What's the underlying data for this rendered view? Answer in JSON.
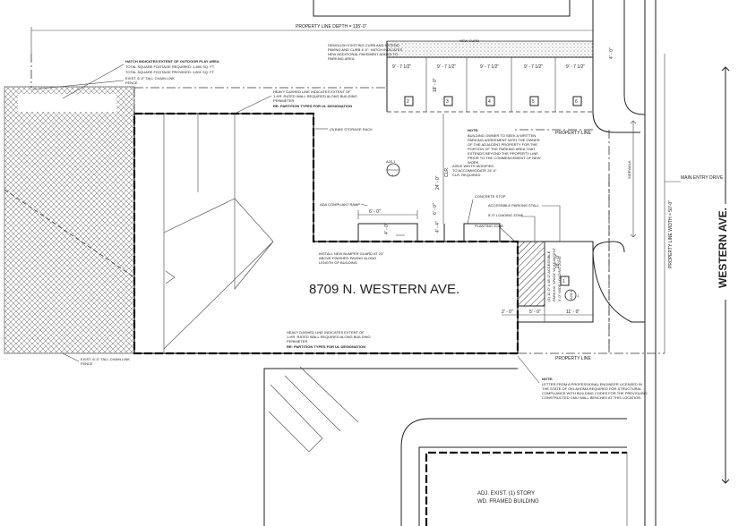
{
  "title": "8709 N. WESTERN AVE.",
  "street": "WESTERN AVE.",
  "main_entry": "MAIN ENTRY DRIVE",
  "property_line_depth": "PROPERTY LINE DEPTH = 135'-0\"",
  "property_line_width": "PROPERTY LINE WIDTH = 50'-0\"",
  "property_line": "PROPERTY LINE",
  "sidewalk": "SIDEWALK",
  "parking": {
    "stalls": [
      "1",
      "2",
      "3",
      "4",
      "5",
      "6"
    ],
    "dims": [
      "9' - 7 1/2\"",
      "9' - 7 1/2\"",
      "9' - 7 1/2\"",
      "9' - 7 1/2\"",
      "9' - 7 1/2\""
    ],
    "stall_depth": "18' - 0\"",
    "top_dim": "4' - 0\""
  },
  "dims": {
    "d24": "24' - 0\"",
    "d4": "4' - 4\"",
    "d6": "6' - 0\"",
    "d4b": "4' - 0\"",
    "d2": "2' - 0\"",
    "d5": "5' - 0\"",
    "d11": "11' - 0\"",
    "d18": "18' - 0\""
  },
  "clr": "CLR.",
  "detail_tag": {
    "num": "A20.1",
    "sub": "1"
  },
  "detail_tag2": {
    "num": "A20.1",
    "sub": "1"
  },
  "notes": {
    "hatch_title": "HATCH INDICATES EXTENT OF OUTDOOR PLAY AREA",
    "hatch_line1": "TOTAL SQUARE FOOTAGE REQUIRED: 1,800 SQ. FT.",
    "hatch_line2": "TOTAL SQUARE FOOTAGE PROVIDED: 1,801 SQ. FT.",
    "fence_top_1": "EXIST. 6'-0\" TALL CHAIN LINK",
    "fence_top_2": "FENCE",
    "heavy_top_1": "HEAVY DASHED LINE INDICATES EXTENT OF",
    "heavy_top_2": "1-HR. RATED WALL REQUIRED ALONG BUILDING",
    "heavy_top_3": "PERIMETER",
    "heavy_top_4": "RE: PARTITION TYPES FOR UL DESIGNATION",
    "curb_1": "DEMOLISH EXISTING CURB AND EXTEND",
    "curb_2": "PAVING AND CURB 4'-0\". HATCH INDICATES",
    "curb_3": "NEW ADDITIONAL PAVEMENT ADDED TO",
    "curb_4": "PARKING AREA",
    "new_curb": "NEW CURB",
    "bike": "(3) BIKE STORAGE RACK",
    "note_head": "NOTE:",
    "note_a1": "BUILDING OWNER TO SEEK A WRITTEN",
    "note_a2": "PARKING AGREEMENT WITH THE OWNER",
    "note_a3": "OF THE ADJACENT PROPERTY FOR THE",
    "note_a4": "PORTION OF THE PARKING AREA THAT",
    "note_a5": "EXTENDS BEYOND THE PROPERTY LINE",
    "note_a6": "PRIOR TO THE COMMENCEMENT OF NEW",
    "note_a7": "WORK.",
    "aisle_1": "AISLE WIDTH MODIFIED",
    "aisle_2": "TO ACCOMMODATE 24'-0\"",
    "aisle_3": "CLR. REQUIRED",
    "ramp": "ADA COMPLIANT RAMP",
    "stop": "CONCRETE STOP",
    "stall": "ACCESSIBLE PARKING STALL",
    "loading": "5'-0\" LOADING ZONE",
    "planting": "PLANTING ZONE",
    "bumper_1": "INSTALL NEW BUMPER GUARD AT 24\"",
    "bumper_2": "ABOVE FINISHED PAVING ALONG",
    "bumper_3": "LENGTH OF BUILDING",
    "space_1": "(1) 11'-0\" x 18'-0\" ACCESSIBLE",
    "space_2": "PARKING SPACE W/ ADJACENT",
    "space_3": "5'-0\" WIDE LOADING ZONE",
    "heavy_bot_1": "HEAVY DASHED LINE INDICATES EXTENT OF",
    "heavy_bot_2": "1-HR. RATED WALL REQUIRED ALONG BUILDING",
    "heavy_bot_3": "PERIMETER",
    "heavy_bot_4": "RE: PARTITION TYPES FOR UL DESIGNATION",
    "fence_bot_1": "EXIST. 6'-0\" TALL CHAIN LINK",
    "fence_bot_2": "FENCE",
    "eng_head": "NOTE:",
    "eng_1": "LETTER FROM A PROFESSIONAL ENGINEER LICENSED IN",
    "eng_2": "THE STATE OF OKLAHOMA REQUIRED FOR STRUCTURAL",
    "eng_3": "COMPLIANCE WITH BUILDING CODES FOR THE PREVIOUSLY",
    "eng_4": "CONSTRUCTED CMU WALL BENCHES AT THIS LOCATION"
  },
  "adj_building_1": "ADJ. EXIST. (1) STORY",
  "adj_building_2": "WD. FRAMED BUILDING"
}
